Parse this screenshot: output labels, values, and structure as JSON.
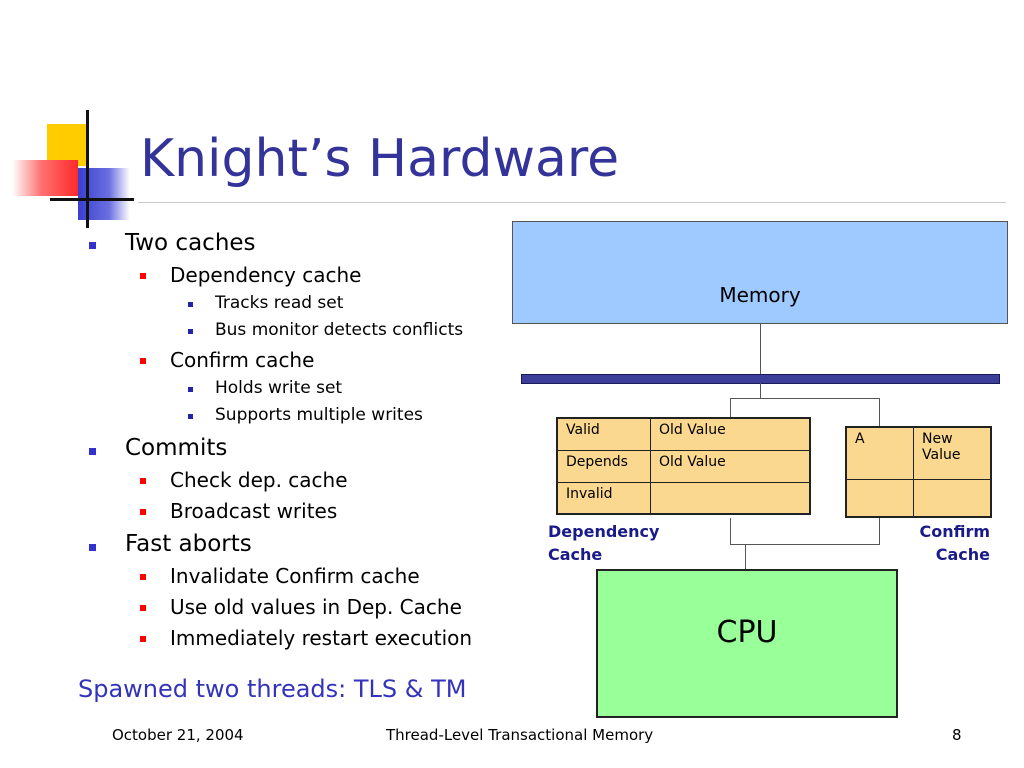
{
  "slide": {
    "title": "Knight’s Hardware",
    "bullets": [
      {
        "text": "Two caches",
        "children": [
          {
            "text": "Dependency cache",
            "children": [
              {
                "text": "Tracks read set"
              },
              {
                "text": "Bus monitor detects conflicts"
              }
            ]
          },
          {
            "text": "Confirm cache",
            "children": [
              {
                "text": "Holds write set"
              },
              {
                "text": "Supports multiple writes"
              }
            ]
          }
        ]
      },
      {
        "text": "Commits",
        "children": [
          {
            "text": "Check dep. cache"
          },
          {
            "text": "Broadcast writes"
          }
        ]
      },
      {
        "text": "Fast aborts",
        "children": [
          {
            "text": "Invalidate Confirm cache"
          },
          {
            "text": "Use old values in Dep. Cache"
          },
          {
            "text": "Immediately restart execution"
          }
        ]
      }
    ],
    "note": "Spawned two threads: TLS & TM"
  },
  "diagram": {
    "memory_label": "Memory",
    "cpu_label": "CPU",
    "dependency_cache": {
      "label_line1": "Dependency",
      "label_line2": "Cache",
      "rows": [
        [
          "Valid",
          "Old Value"
        ],
        [
          "Depends",
          "Old Value"
        ],
        [
          "Invalid",
          ""
        ]
      ]
    },
    "confirm_cache": {
      "label_line1": "Confirm",
      "label_line2": "Cache",
      "rows": [
        [
          "A",
          "New Value"
        ],
        [
          "",
          ""
        ]
      ]
    }
  },
  "footer": {
    "date": "October 21, 2004",
    "title": "Thread-Level Transactional Memory",
    "page": "8"
  }
}
